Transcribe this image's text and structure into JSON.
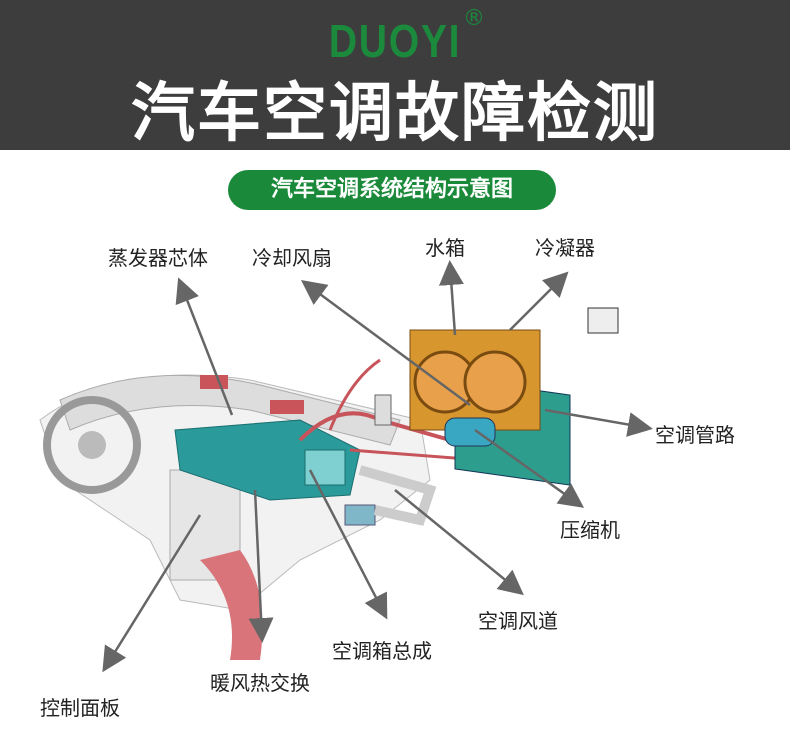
{
  "header": {
    "brand": "DUOYI",
    "registered": "®",
    "title": "汽车空调故障检测"
  },
  "subtitle": "汽车空调系统结构示意图",
  "labels": {
    "evaporator": "蒸发器芯体",
    "cooling_fan": "冷却风扇",
    "radiator": "水箱",
    "condenser": "冷凝器",
    "ac_pipes": "空调管路",
    "compressor": "压缩机",
    "air_duct": "空调风道",
    "ac_box": "空调箱总成",
    "heater_core": "暖风热交换",
    "control_panel": "控制面板"
  },
  "colors": {
    "brand_green": "#1a8a3a",
    "header_bg": "#3d3d3d",
    "component_teal": "#2a9a9a"
  }
}
